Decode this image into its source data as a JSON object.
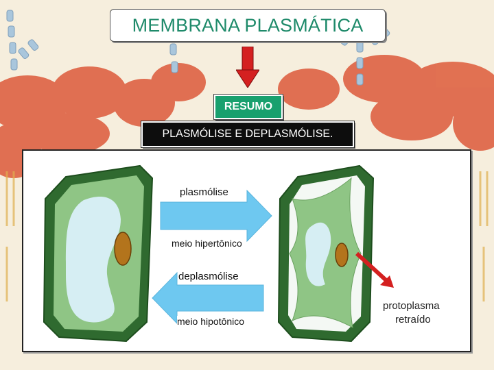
{
  "title": "MEMBRANA PLASMÁTICA",
  "resumo": "RESUMO",
  "subtitle": "PLASMÓLISE E DEPLASMÓLISE.",
  "diagram": {
    "plasmolise": "plasmólise",
    "meio_hipertonico": "meio hipertônico",
    "deplasmolise": "deplasmólise",
    "meio_hipotonico": "meio hipotônico",
    "protoplasma": "protoplasma",
    "retraido": "retraído"
  },
  "colors": {
    "title_text": "#1e8a6a",
    "resumo_bg": "#18a06e",
    "cell_wall": "#2f6a2f",
    "cytoplasm": "#8fc585",
    "vacuole": "#d6eef3",
    "nucleus": "#b3741c",
    "arrow_blue": "#6ec8f0",
    "arrow_red": "#d42020"
  }
}
